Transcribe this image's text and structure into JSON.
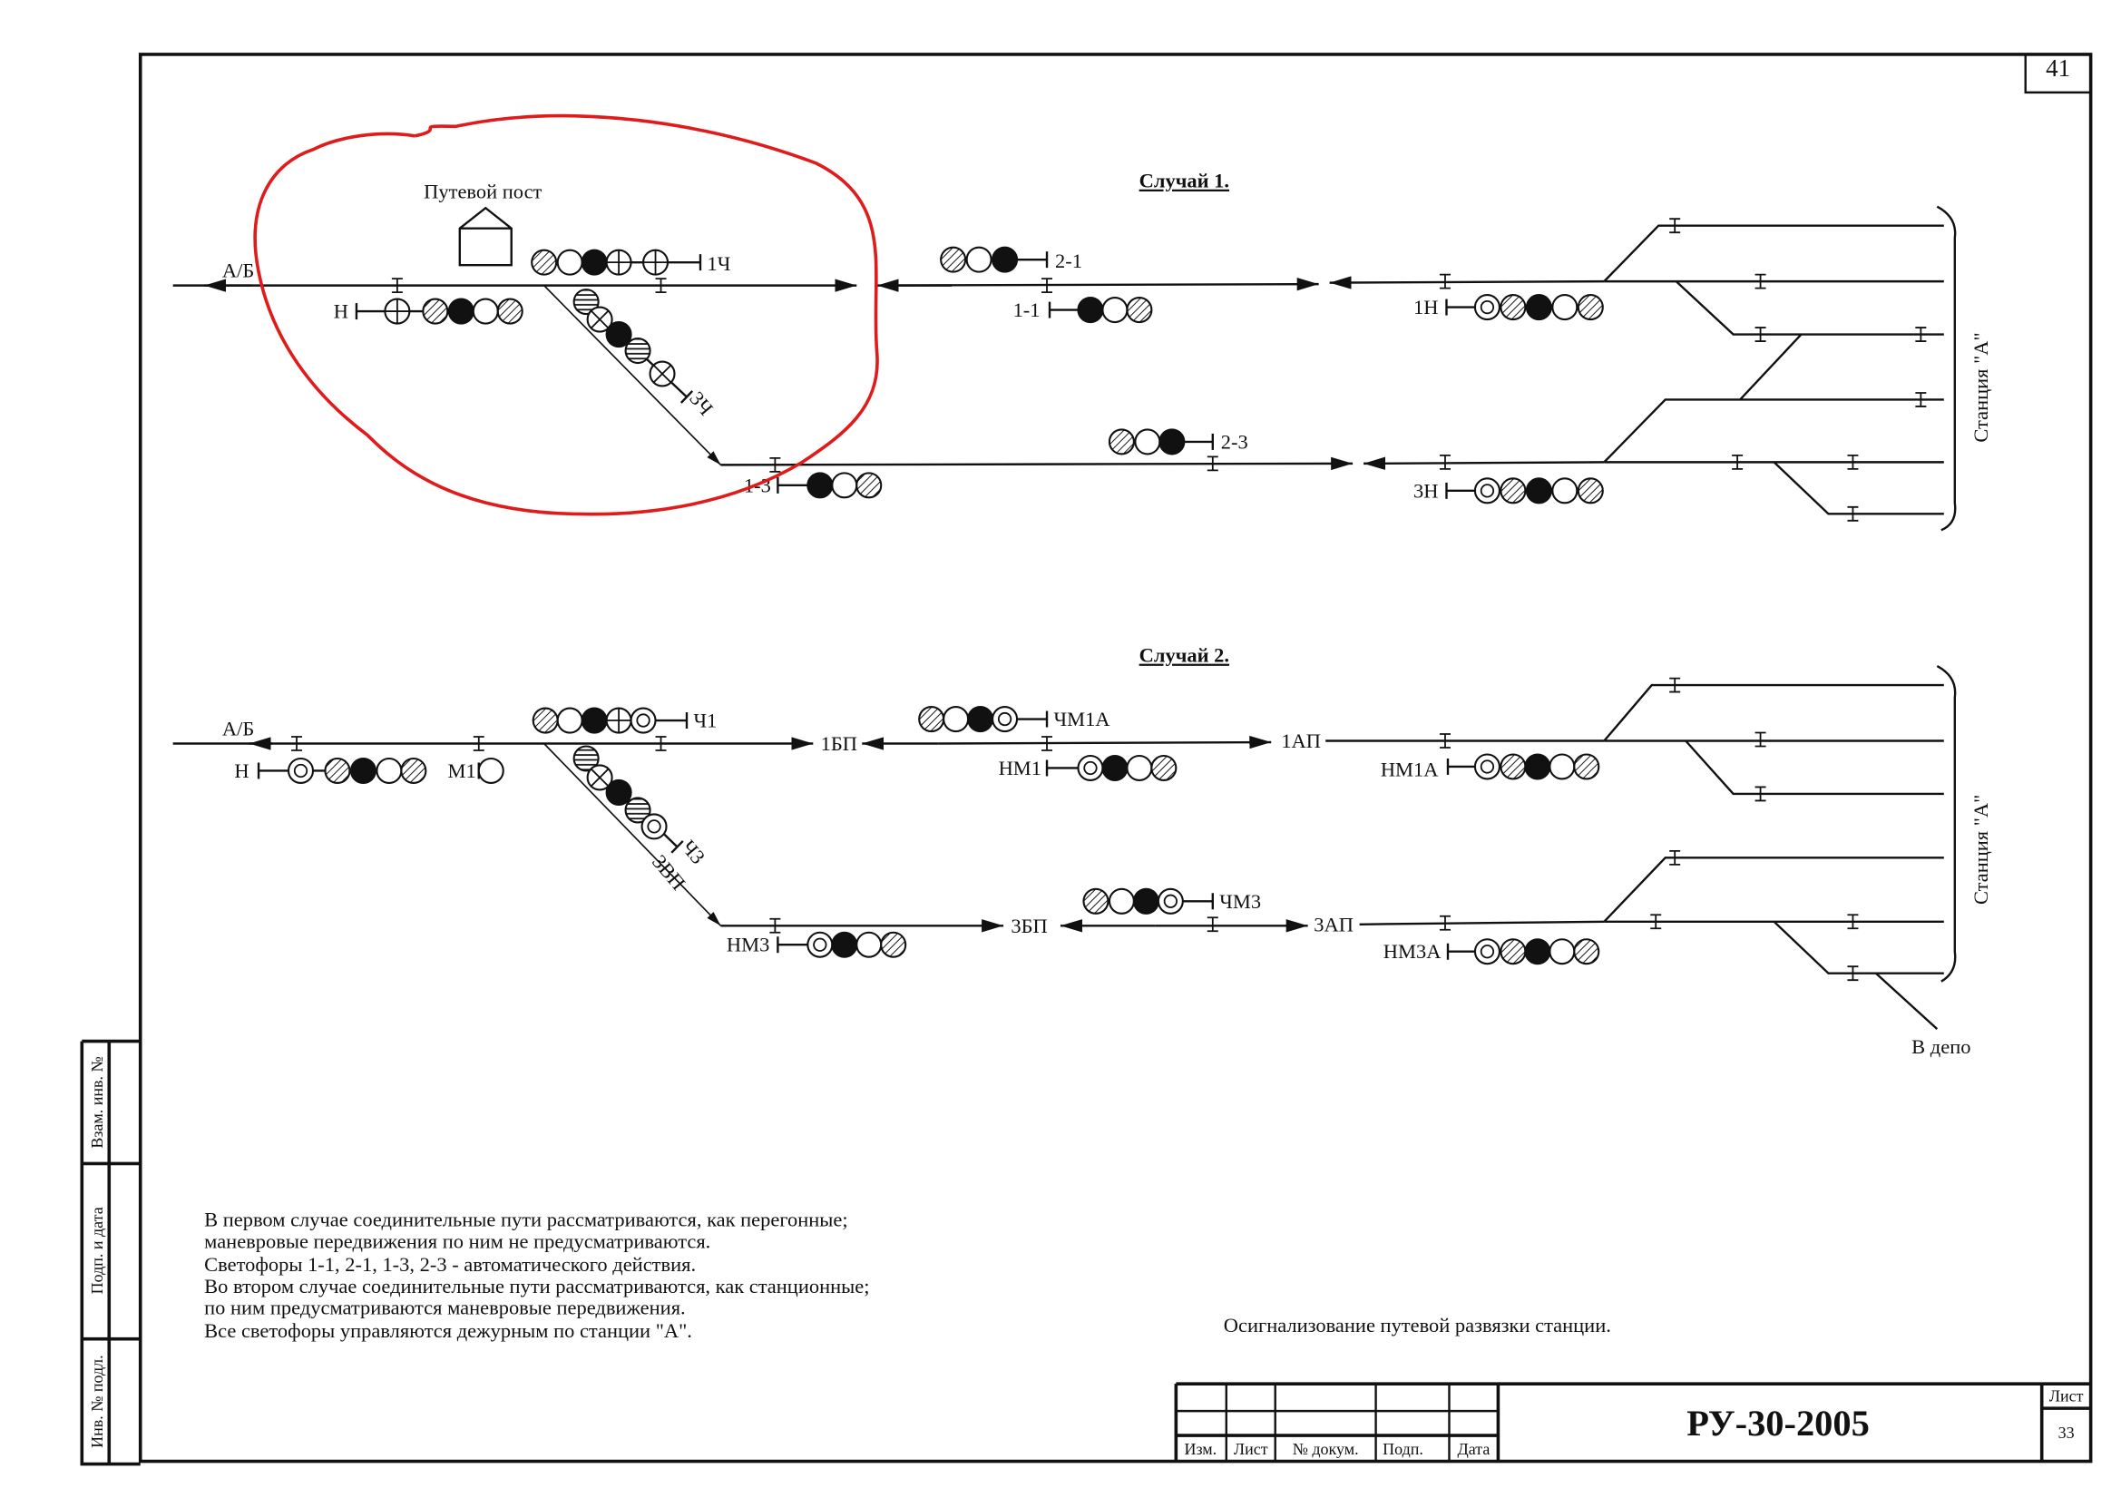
{
  "page_number": "41",
  "case1": {
    "title": "Случай 1.",
    "post_label": "Путевой пост",
    "direction_label": "А/Б",
    "station_label": "Станция \"А\"",
    "signals": [
      {
        "label": "1Ч",
        "lamps": [
          "hatch",
          "white",
          "black",
          "plus",
          "plus"
        ]
      },
      {
        "label": "Н",
        "lamps": [
          "plus",
          "hatch",
          "black",
          "white",
          "hatch"
        ]
      },
      {
        "label": "3Ч",
        "lamps": [
          "stripe",
          "x",
          "black",
          "stripe",
          "x"
        ]
      },
      {
        "label": "2-1",
        "lamps": [
          "hatch",
          "white",
          "black"
        ]
      },
      {
        "label": "1-1",
        "lamps": [
          "black",
          "white",
          "hatch"
        ]
      },
      {
        "label": "1Н",
        "lamps": [
          "ring",
          "hatch",
          "black",
          "white",
          "hatch"
        ]
      },
      {
        "label": "2-3",
        "lamps": [
          "hatch",
          "white",
          "black"
        ]
      },
      {
        "label": "1-3",
        "lamps": [
          "black",
          "white",
          "hatch"
        ]
      },
      {
        "label": "3Н",
        "lamps": [
          "ring",
          "hatch",
          "black",
          "white",
          "hatch"
        ]
      }
    ]
  },
  "case2": {
    "title": "Случай 2.",
    "direction_label": "А/Б",
    "station_label": "Станция \"А\"",
    "depot_label": "В депо",
    "track_labels": [
      "1БП",
      "1АП",
      "3БП",
      "3АП",
      "3ВП"
    ],
    "signals": [
      {
        "label": "Ч1",
        "lamps": [
          "hatch",
          "white",
          "black",
          "plus",
          "ring"
        ]
      },
      {
        "label": "Н",
        "lamps": [
          "ring",
          "hatch",
          "black",
          "white",
          "hatch"
        ]
      },
      {
        "label": "М1",
        "lamps": [
          "white"
        ]
      },
      {
        "label": "Ч3",
        "lamps": [
          "stripe",
          "x",
          "black",
          "stripe",
          "ring"
        ]
      },
      {
        "label": "ЧМ1А",
        "lamps": [
          "hatch",
          "white",
          "black",
          "ring"
        ]
      },
      {
        "label": "НМ1",
        "lamps": [
          "ring",
          "black",
          "white",
          "hatch"
        ]
      },
      {
        "label": "НМ1А",
        "lamps": [
          "ring",
          "hatch",
          "black",
          "white",
          "hatch"
        ]
      },
      {
        "label": "ЧМ3",
        "lamps": [
          "hatch",
          "white",
          "black",
          "ring"
        ]
      },
      {
        "label": "НМ3",
        "lamps": [
          "ring",
          "black",
          "white",
          "hatch"
        ]
      },
      {
        "label": "НМ3А",
        "lamps": [
          "ring",
          "hatch",
          "black",
          "white",
          "hatch"
        ]
      }
    ]
  },
  "notes": [
    "В первом случае соединительные пути рассматриваются, как перегонные;",
    "маневровые передвижения по ним не предусматриваются.",
    "Светофоры 1-1, 2-1, 1-3, 2-3 - автоматического действия.",
    "Во втором случае соединительные пути рассматриваются, как станционные;",
    "по ним предусматриваются маневровые передвижения.",
    "Все светофоры управляются дежурным по станции \"А\"."
  ],
  "caption": "Осигнализование путевой развязки станции.",
  "side_stamp": [
    "Взам. инв. №",
    "Подп. и дата",
    "Инв. № подл."
  ],
  "title_block": {
    "columns": [
      "Изм.",
      "Лист",
      "№ докум.",
      "Подп.",
      "Дата"
    ],
    "document_code": "РУ-30-2005",
    "sheet_label": "Лист",
    "sheet_number": "33"
  },
  "colors": {
    "ink": "#111111",
    "annotation": "#e01b1b"
  }
}
